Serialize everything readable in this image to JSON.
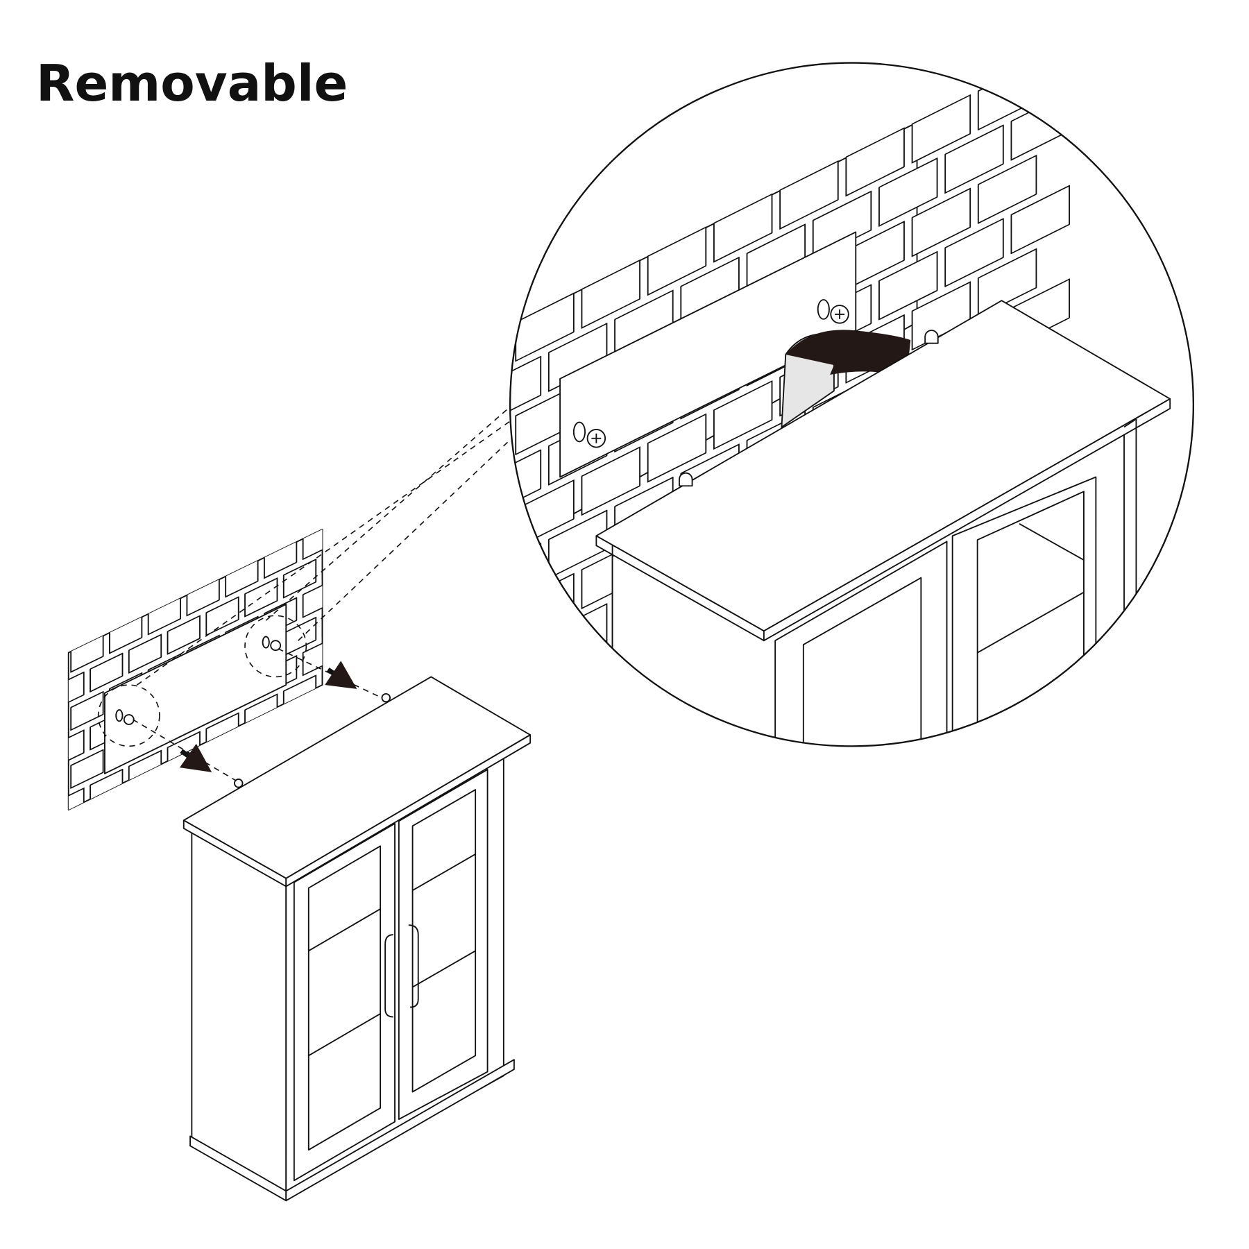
{
  "title": "Removable",
  "colors": {
    "line": "#111111",
    "arrow": "#231815",
    "peel": "#e6e6e6",
    "background": "#ffffff"
  },
  "icons": [
    "wall-brick-panel",
    "screw-icon",
    "arrow-icon",
    "magnifier-circle",
    "cabinet-illustration",
    "peel-arrow-icon"
  ]
}
